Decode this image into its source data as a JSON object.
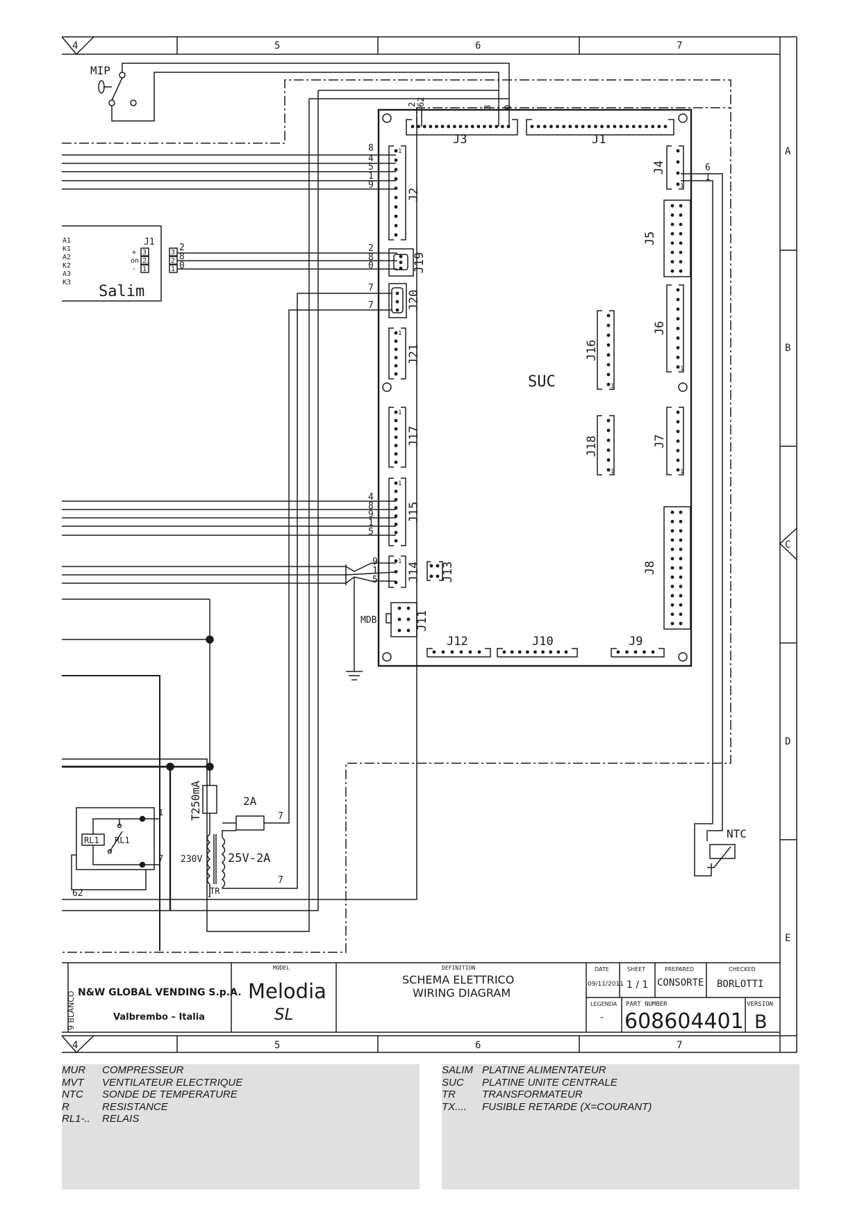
{
  "frame": {
    "columns": [
      "4",
      "5",
      "6",
      "7"
    ],
    "rows": [
      "A",
      "B",
      "C",
      "D",
      "E"
    ]
  },
  "components": {
    "mip": "MIP",
    "salim": {
      "label": "Salim",
      "connector": "J1",
      "pin_labels": [
        "A1",
        "K1",
        "A2",
        "K2",
        "A3",
        "K3"
      ],
      "polarity": [
        "+",
        "on",
        "-"
      ],
      "pins": [
        "3",
        "2",
        "1"
      ],
      "ext_pins": [
        "3",
        "2",
        "1"
      ],
      "wires": [
        "2",
        "8",
        "0"
      ]
    },
    "suc": "SUC",
    "mdb": "MDB",
    "ntc": "NTC",
    "fuse_main": "T250mA",
    "fuse_sec": "2A",
    "transformer": {
      "primary": "230V",
      "secondary": "25V-2A",
      "label": "TR"
    },
    "relay": {
      "coil": "RL1",
      "contact": "RL1",
      "pins": [
        "1",
        "7"
      ]
    },
    "wire_62": "62",
    "tr_wire_top": "7",
    "tr_wire_bottom": "7"
  },
  "connectors": {
    "J1": "J1",
    "J2": "J2",
    "J3": "J3",
    "J4": "J4",
    "J5": "J5",
    "J6": "J6",
    "J7": "J7",
    "J8": "J8",
    "J9": "J9",
    "J10": "J10",
    "J11": "J11",
    "J12": "J12",
    "J13": "J13",
    "J14": "J14",
    "J15": "J15",
    "J16": "J16",
    "J17": "J17",
    "J18": "J18",
    "J19": "J19",
    "J20": "J20",
    "J21": "J21"
  },
  "wire_labels": {
    "j3_top": [
      "2",
      "62",
      "3",
      "0"
    ],
    "j2": [
      "8",
      "4",
      "5",
      "1",
      "9"
    ],
    "j19": [
      "2",
      "8",
      "0"
    ],
    "j20": [
      "7",
      "7"
    ],
    "j15": [
      "4",
      "8",
      "9",
      "1",
      "5"
    ],
    "j14": [
      "9",
      "1",
      "5"
    ],
    "j4": [
      "6",
      "1"
    ],
    "pin_one": "1"
  },
  "title_block": {
    "company": "N&W GLOBAL VENDING S.p.A.",
    "location": "Valbrembo – Italia",
    "side_text": "9 BLANCO",
    "model_header": "MODEL",
    "model_name": "Melodia",
    "model_sub": "SL",
    "definition_header": "DEFINITION",
    "definition_line1": "SCHEMA ELETTRICO",
    "definition_line2": "WIRING DIAGRAM",
    "date_header": "DATE",
    "date": "09/11/2011",
    "sheet_header": "SHEET",
    "sheet": "1 / 1",
    "prepared_header": "PREPARED",
    "prepared": "CONSORTE",
    "checked_header": "CHECKED",
    "checked": "BORLOTTI",
    "legenda_header": "LEGENDA",
    "legenda": "-",
    "part_header": "PART NUMBER",
    "part_number": "608604401",
    "version_header": "VERSION",
    "version": "B"
  },
  "legend_left": [
    {
      "code": "MUR",
      "desc": "COMPRESSEUR"
    },
    {
      "code": "MVT",
      "desc": "VENTILATEUR ELECTRIQUE"
    },
    {
      "code": "NTC",
      "desc": "SONDE DE TEMPERATURE"
    },
    {
      "code": "R",
      "desc": "RESISTANCE"
    },
    {
      "code": "RL1-..",
      "desc": "RELAIS"
    }
  ],
  "legend_right": [
    {
      "code": "SALIM",
      "desc": "PLATINE ALIMENTATEUR"
    },
    {
      "code": "SUC",
      "desc": "PLATINE UNITE CENTRALE"
    },
    {
      "code": "TR",
      "desc": "TRANSFORMATEUR"
    },
    {
      "code": "TX....",
      "desc": "FUSIBLE RETARDE (X=COURANT)"
    }
  ]
}
